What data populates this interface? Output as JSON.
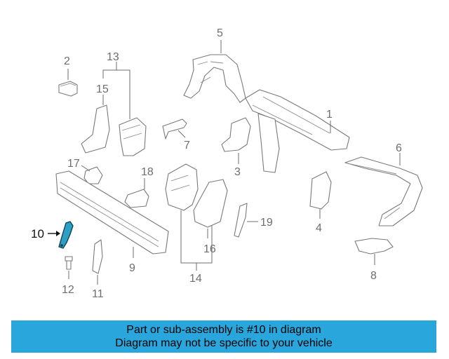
{
  "diagram": {
    "callouts": {
      "c1": "1",
      "c2": "2",
      "c3": "3",
      "c4": "4",
      "c5": "5",
      "c6": "6",
      "c7": "7",
      "c8": "8",
      "c9": "9",
      "c10": "10",
      "c11": "11",
      "c12": "12",
      "c13": "13",
      "c14": "14",
      "c15": "15",
      "c16": "16",
      "c17": "17",
      "c18": "18",
      "c19": "19"
    },
    "highlighted_part": "10",
    "highlight_color": "#2ba0c4",
    "line_color": "#7a7a7a"
  },
  "banner": {
    "line1": "Part or sub-assembly is #10 in diagram",
    "line2": "Diagram may not be specific to your vehicle",
    "background_color": "#29a6dc"
  }
}
